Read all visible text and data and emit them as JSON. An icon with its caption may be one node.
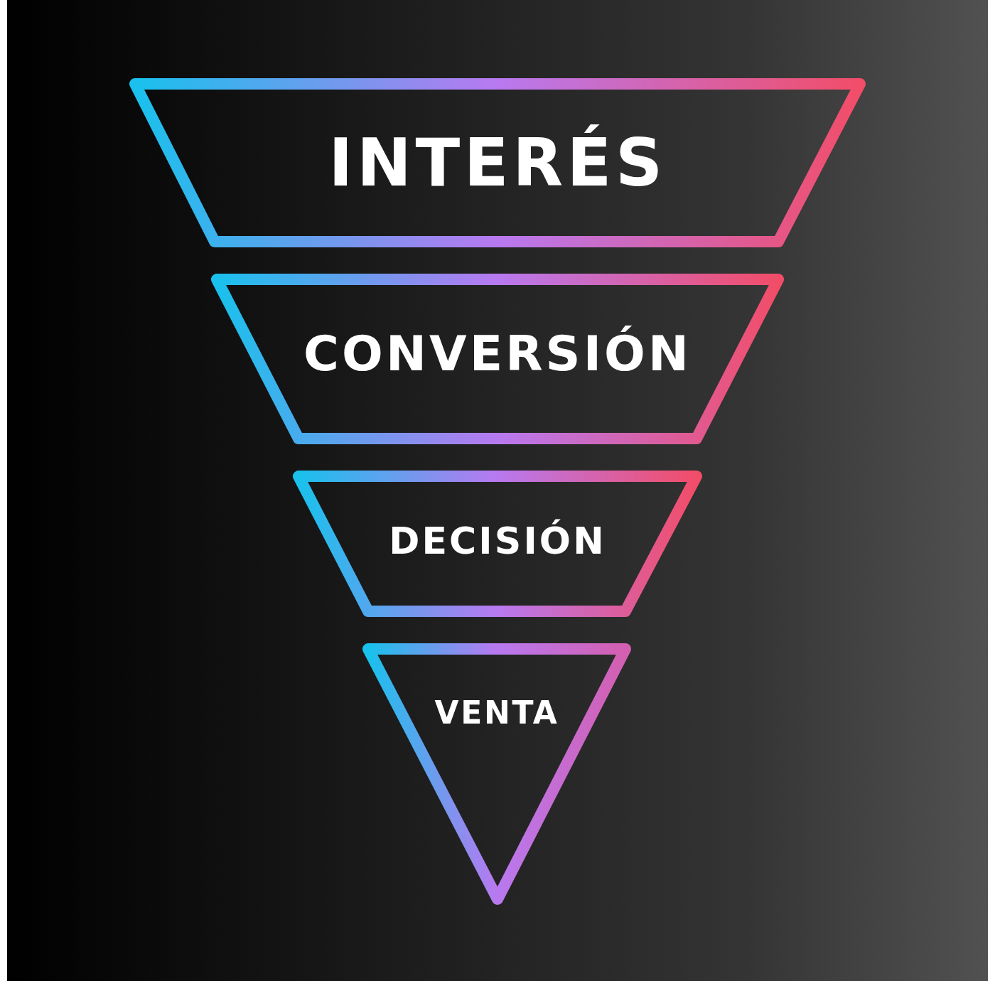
{
  "diagram": {
    "nodes": [
      {
        "text": [
          "INTERÉS"
        ]
      },
      {
        "text": [
          "CONVERSIÓN"
        ]
      },
      {
        "text": [
          "DECISIÓN"
        ]
      },
      {
        "text": [
          "VENTA"
        ]
      }
    ]
  }
}
